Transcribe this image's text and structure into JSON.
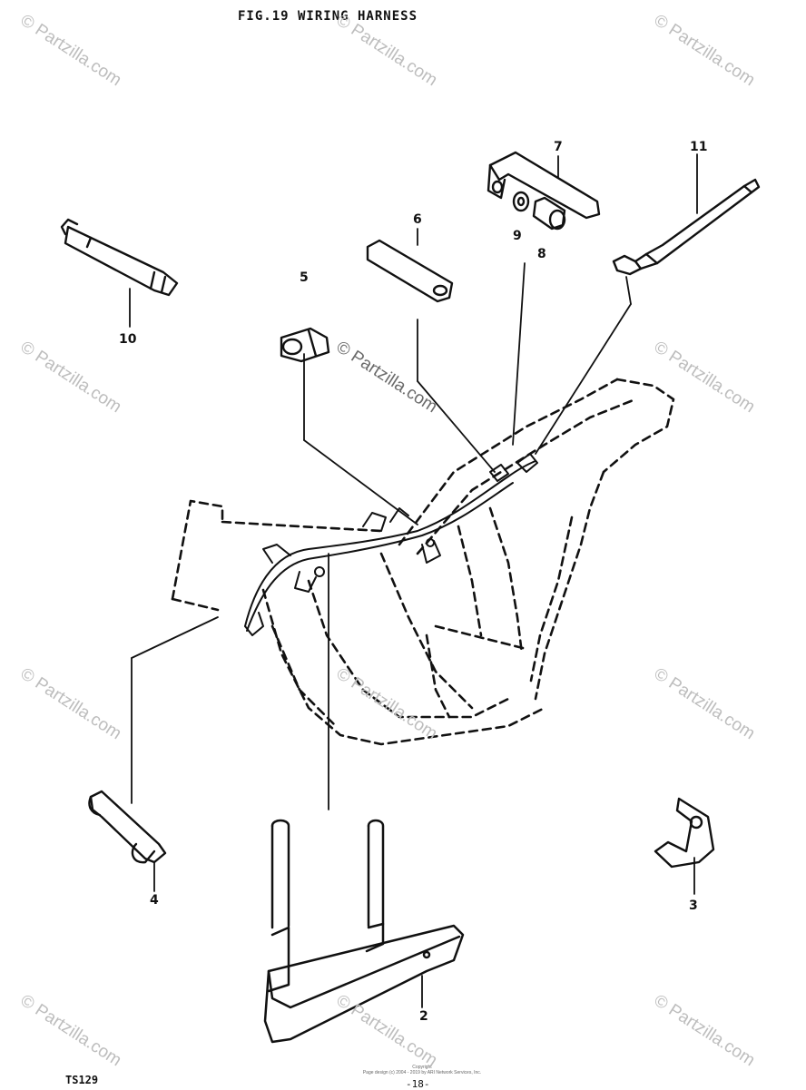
{
  "figure": {
    "title": "FIG.19  WIRING HARNESS"
  },
  "callouts": [
    "2",
    "3",
    "4",
    "5",
    "6",
    "7",
    "8",
    "9",
    "10",
    "11"
  ],
  "watermark": {
    "text": "© Partzilla.com"
  },
  "footer": {
    "model": "TS129",
    "page": "-18-",
    "copyright_line1": "Copyright",
    "copyright_line2": "Page design (c) 2004 - 2019 by ARI Network Services, Inc."
  }
}
